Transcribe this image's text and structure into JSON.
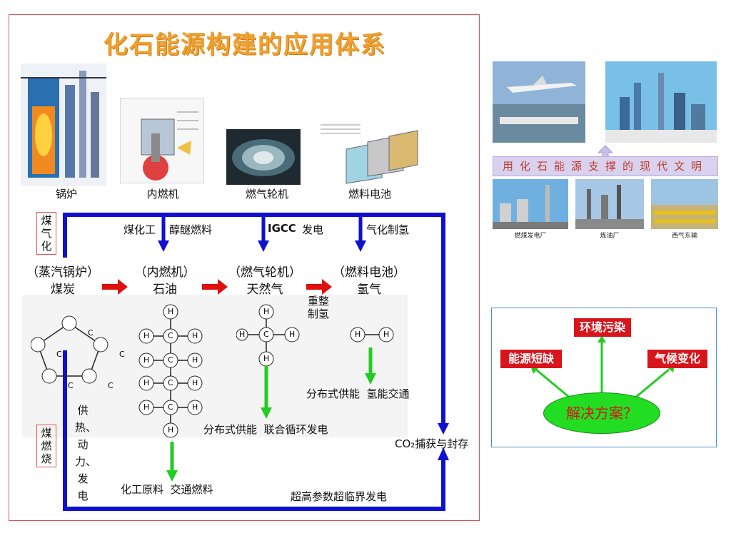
{
  "title": "化石能源构建的应用体系",
  "devices": [
    {
      "label": "锅炉",
      "icon": "boiler-icon"
    },
    {
      "label": "内燃机",
      "icon": "engine-icon"
    },
    {
      "label": "燃气轮机",
      "icon": "gas-turbine-icon"
    },
    {
      "label": "燃料电池",
      "icon": "fuel-cell-icon"
    }
  ],
  "chain": [
    {
      "device": "（蒸汽锅炉）",
      "fuel": "煤炭"
    },
    {
      "device": "（内燃机）",
      "fuel": "石油"
    },
    {
      "device": "（燃气轮机）",
      "fuel": "天然气"
    },
    {
      "device": "（燃料电池）",
      "fuel": "氢气"
    }
  ],
  "top_route": {
    "side_label": "煤气化",
    "labels": [
      "煤化工",
      "醇醚燃料",
      "IGCC",
      "发电",
      "气化制氢"
    ]
  },
  "reforming": "重整制氢",
  "bottom_route": {
    "side_label": "煤燃烧",
    "vertical_label": "供热、动力、发电",
    "bottom_label": "超高参数超临界发电",
    "co2": "CO₂捕获与封存"
  },
  "outputs": {
    "oil": "化工原料  交通燃料",
    "gas": "分布式供能  联合循环发电",
    "hydrogen": "分布式供能  氢能交通"
  },
  "molecules": {
    "coal_atom": "C",
    "carbon": "C",
    "hydrogen": "H"
  },
  "civilization": {
    "banner": "用化石能源支撑的现代文明",
    "captions": [
      "燃煤发电厂",
      "炼油厂",
      "西气东输"
    ]
  },
  "problems": {
    "pollution": "环境污染",
    "shortage": "能源短缺",
    "climate": "气候变化",
    "solution": "解决方案？"
  },
  "colors": {
    "title": "#f0a030",
    "route": "#1010d0",
    "flow": "#e01010",
    "output": "#22cc22",
    "problem_box": "#d8141c"
  }
}
